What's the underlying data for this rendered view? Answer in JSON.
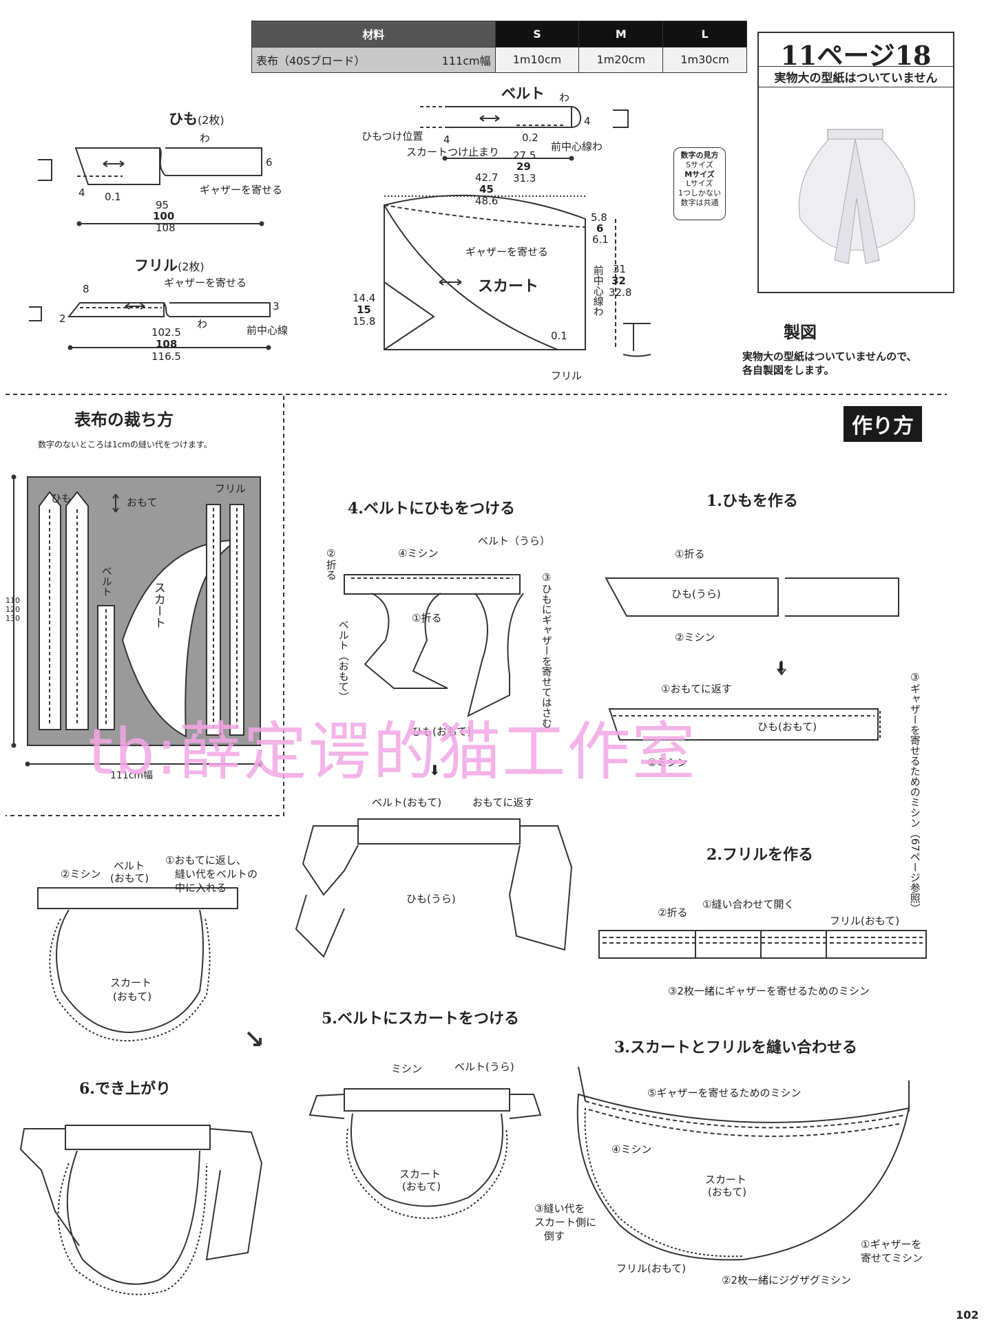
{
  "materials": {
    "header": "材料",
    "sizes": [
      "S",
      "M",
      "L"
    ],
    "fabric_label": "表布（40Sブロード）",
    "width": "111cm幅",
    "amounts": [
      "1m10cm",
      "1m20cm",
      "1m30cm"
    ]
  },
  "reference": {
    "title": "11ページ18",
    "subtitle": "実物大の型紙はついていません"
  },
  "size_key": {
    "title": "数字の見方",
    "lines": [
      "Sサイズ",
      "Mサイズ",
      "Lサイズ",
      "1つしかない",
      "数字は共通"
    ]
  },
  "himo": {
    "label": "ひも",
    "count": "(2枚)",
    "wa": "わ",
    "n4": "4",
    "n01": "0.1",
    "n6": "6",
    "gather": "ギャザーを寄せる",
    "len": [
      "95",
      "100",
      "108"
    ]
  },
  "frill": {
    "label": "フリル",
    "count": "(2枚)",
    "gather": "ギャザーを寄せる",
    "n8": "8",
    "n2": "2",
    "n3": "3",
    "wa": "わ",
    "center": "前中心線",
    "len": [
      "102.5",
      "108",
      "116.5"
    ]
  },
  "belt": {
    "label": "ベルト",
    "wa": "わ",
    "n4a": "4",
    "n4b": "4",
    "n02": "0.2",
    "himo_pos": "ひもつけ位置",
    "skirt_stop": "スカートつけ止まり",
    "center": "前中心線わ",
    "len": [
      "27.5",
      "29",
      "31.3"
    ]
  },
  "skirt": {
    "label": "スカート",
    "top": [
      "42.7",
      "45",
      "48.6"
    ],
    "right_top": [
      "5.8",
      "6",
      "6.1"
    ],
    "gather": "ギャザーを寄せる",
    "height": [
      "31",
      "32",
      "32.8"
    ],
    "center": "前中心線わ",
    "left": [
      "14.4",
      "15",
      "15.8"
    ],
    "n01": "0.1",
    "frill": "フリル"
  },
  "seizu": {
    "title": "製図",
    "note1": "実物大の型紙はついていませんので、",
    "note2": "各自製図をします。"
  },
  "cutting": {
    "title": "表布の裁ち方",
    "note": "数字のないところは1cmの縫い代をつけます。",
    "himo": "ひも",
    "omote": "おもて",
    "frill": "フリル",
    "belt": "ベルト",
    "skirt": "スカート",
    "height": [
      "110",
      "120",
      "130"
    ],
    "width": "111cm幅"
  },
  "howto": {
    "title": "作り方"
  },
  "step1": {
    "title": "1.ひもを作る",
    "fold": "①折る",
    "himo_ura": "ひも(うら)",
    "sew": "②ミシン",
    "turn": "①おもてに返す",
    "himo_omote": "ひも(おもて)",
    "sew2": "②ミシン",
    "gather_sew": "③ギャザーを寄せるためのミシン（67ページ参照）"
  },
  "step2": {
    "title": "2.フリルを作る",
    "fold": "②折る",
    "open": "①縫い合わせて開く",
    "frill_omote": "フリル(おもて)",
    "gather_sew": "③2枚一緒にギャザーを寄せるためのミシン"
  },
  "step3": {
    "title": "3.スカートとフリルを縫い合わせる",
    "gather_sew": "⑤ギャザーを寄せるためのミシン",
    "sew": "④ミシン",
    "skirt_omote1": "スカート",
    "skirt_omote2": "(おもて)",
    "seam1": "③縫い代を",
    "seam2": "スカート側に",
    "seam3": "倒す",
    "frill_omote": "フリル(おもて)",
    "zigzag": "②2枚一緒にジグザグミシン",
    "gather1": "①ギャザーを",
    "gather2": "寄せてミシン"
  },
  "step4": {
    "title": "4.ベルトにひもをつける",
    "fold2": "②折る",
    "sew4": "④ミシン",
    "belt_ura": "ベルト（うら）",
    "insert": "③ひもにギャザーを寄せてはさむ",
    "fold1": "①折る",
    "belt_omote": "ベルト（おもて）",
    "himo_omote": "ひも(おもて)",
    "belt_omote2": "ベルト(おもて)",
    "turn": "おもてに返す",
    "himo_ura": "ひも(うら)"
  },
  "step5": {
    "title": "5.ベルトにスカートをつける",
    "sew": "ミシン",
    "belt_ura": "ベルト(うら)",
    "skirt1": "スカート",
    "skirt2": "(おもて)"
  },
  "step_side": {
    "sew": "②ミシン",
    "belt1": "ベルト",
    "belt2": "(おもて)",
    "note1": "①おもてに返し、",
    "note2": "縫い代をベルトの",
    "note3": "中に入れる",
    "skirt1": "スカート",
    "skirt2": "(おもて)"
  },
  "step6": {
    "title": "6.でき上がり"
  },
  "watermark": "tb:薛定谔的猫工作室",
  "page_number": "102"
}
